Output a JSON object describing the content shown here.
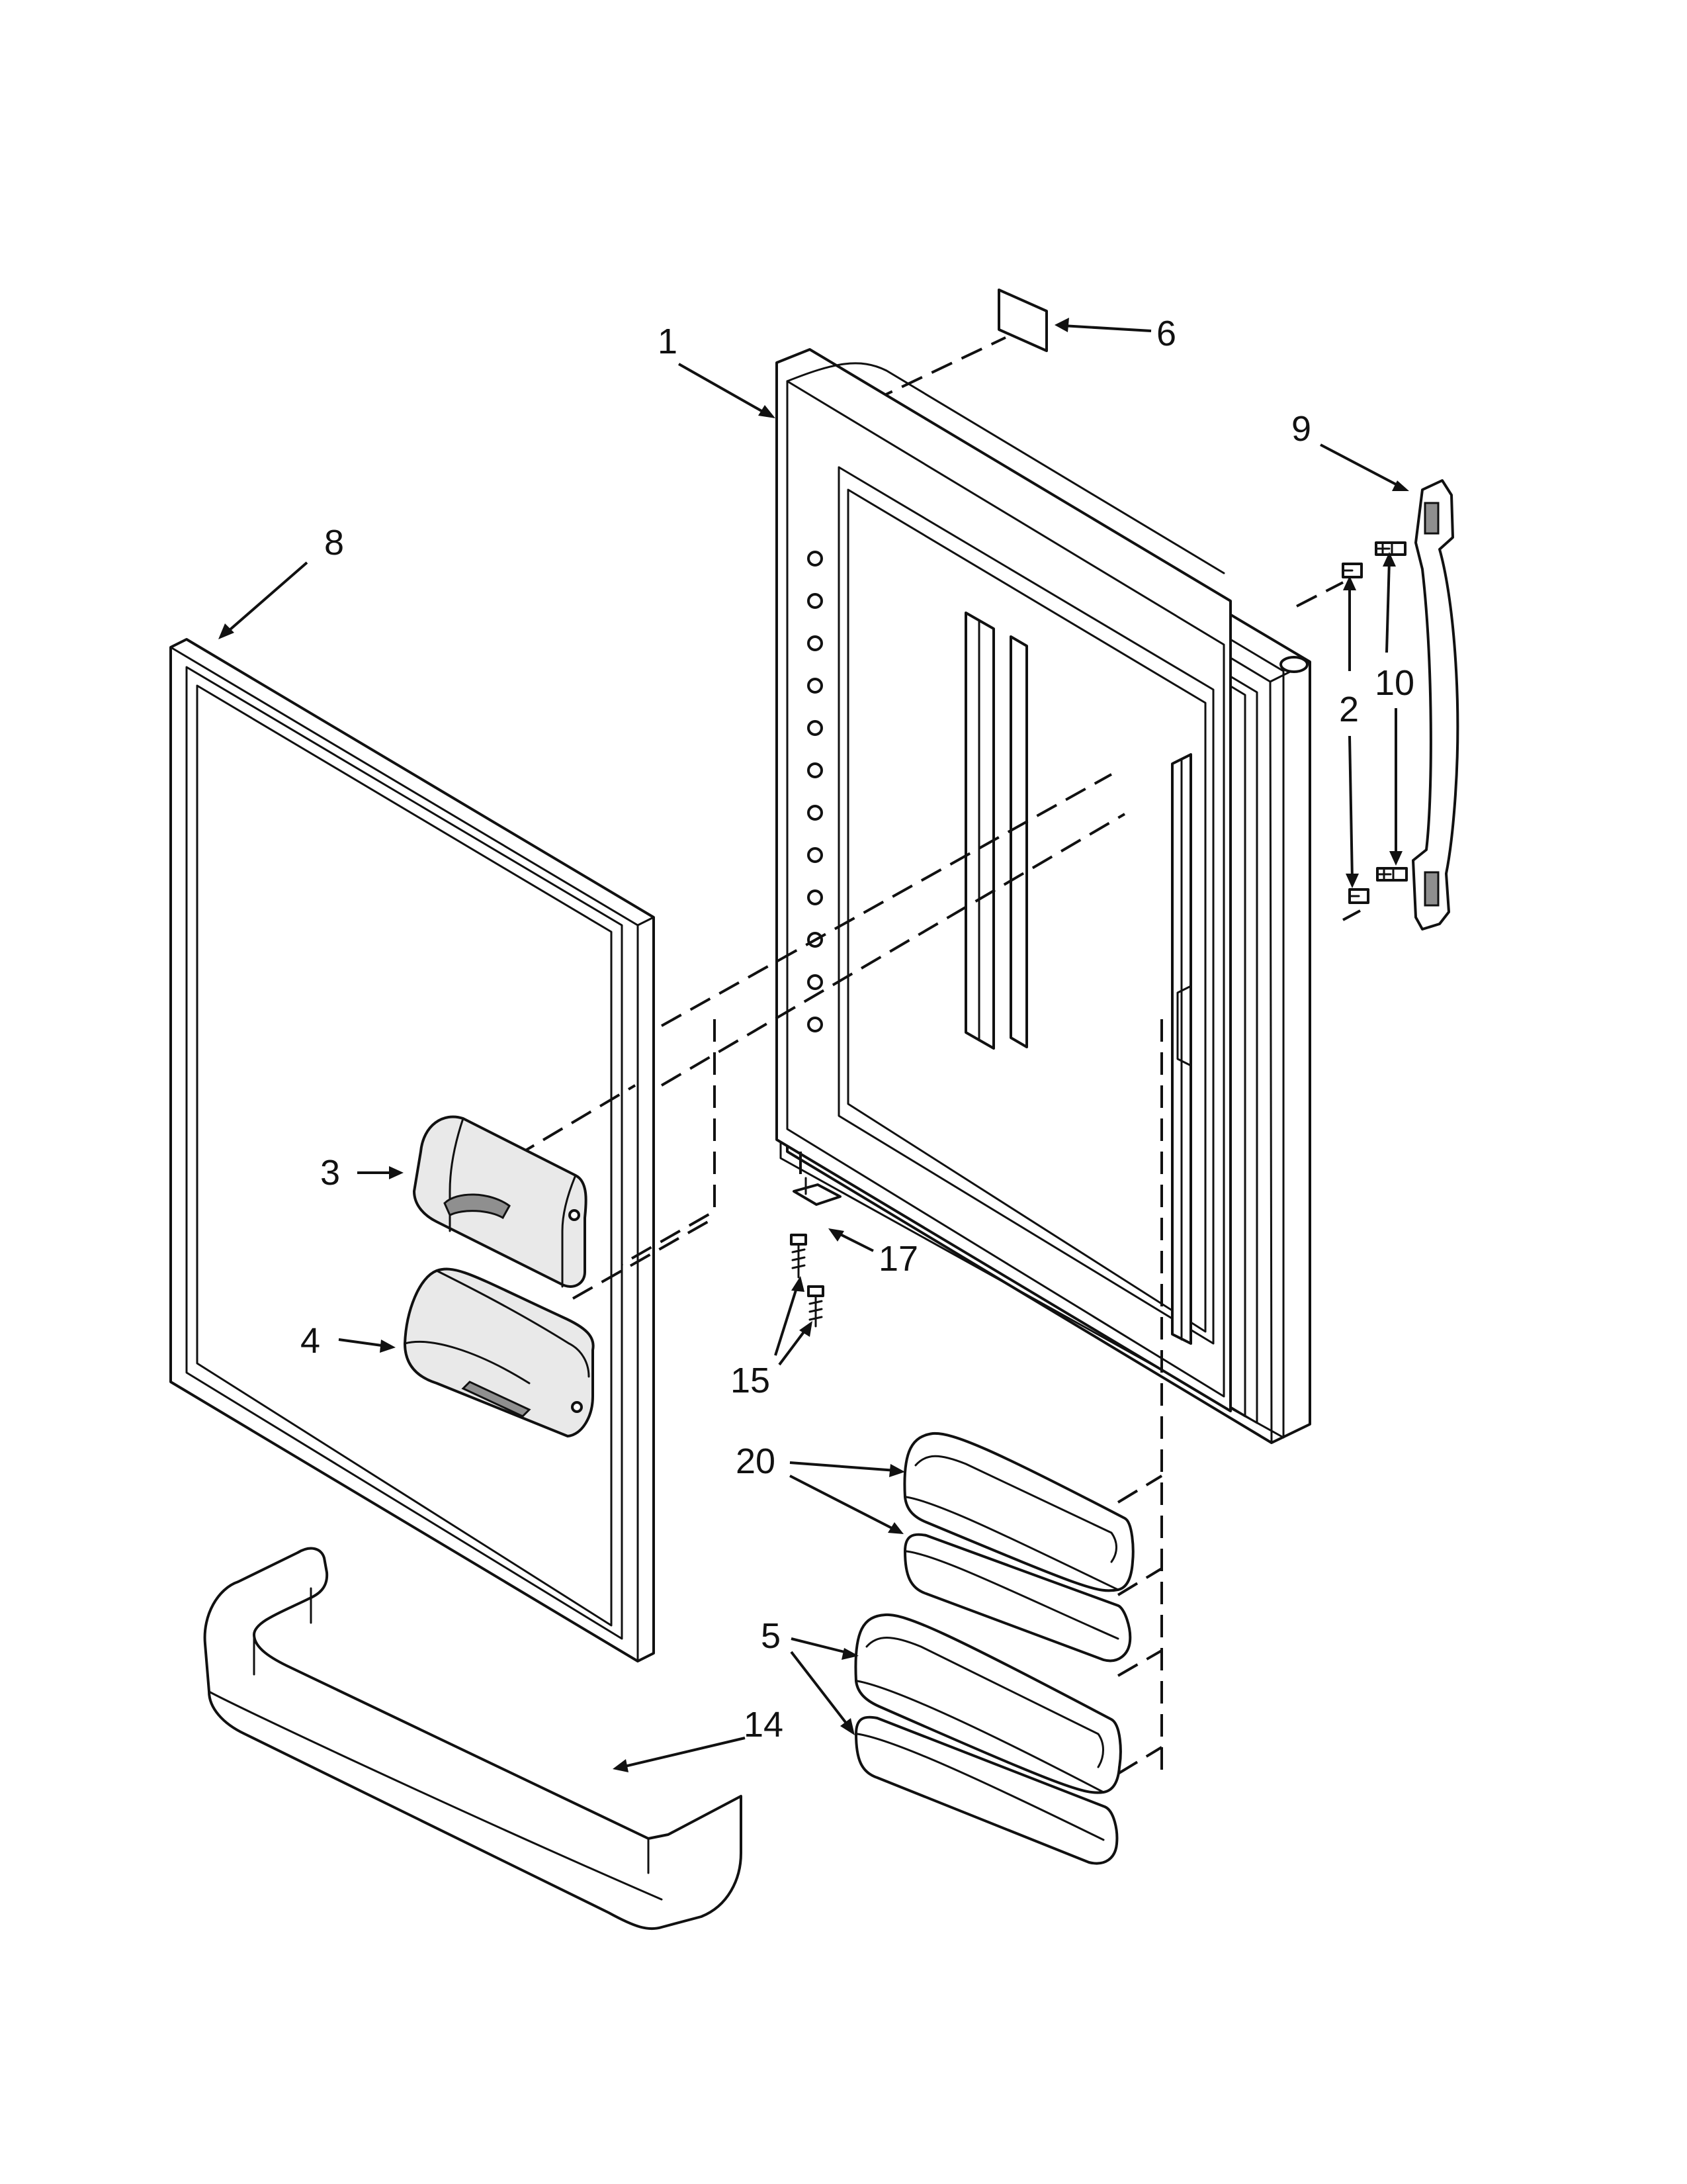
{
  "diagram": {
    "type": "exploded parts diagram",
    "colors": {
      "line": "#111111",
      "background": "#ffffff",
      "shade": "#e9e9e9"
    },
    "callouts": {
      "door": "1",
      "screws_handle": "2",
      "bin_cover": "3",
      "bin": "4",
      "shelf_lower": "5",
      "label": "6",
      "door_liner": "8",
      "handle": "9",
      "handle_screws": "10",
      "door_shelf": "14",
      "screws_hinge": "15",
      "hinge_bracket": "17",
      "shelf_upper": "20"
    }
  }
}
